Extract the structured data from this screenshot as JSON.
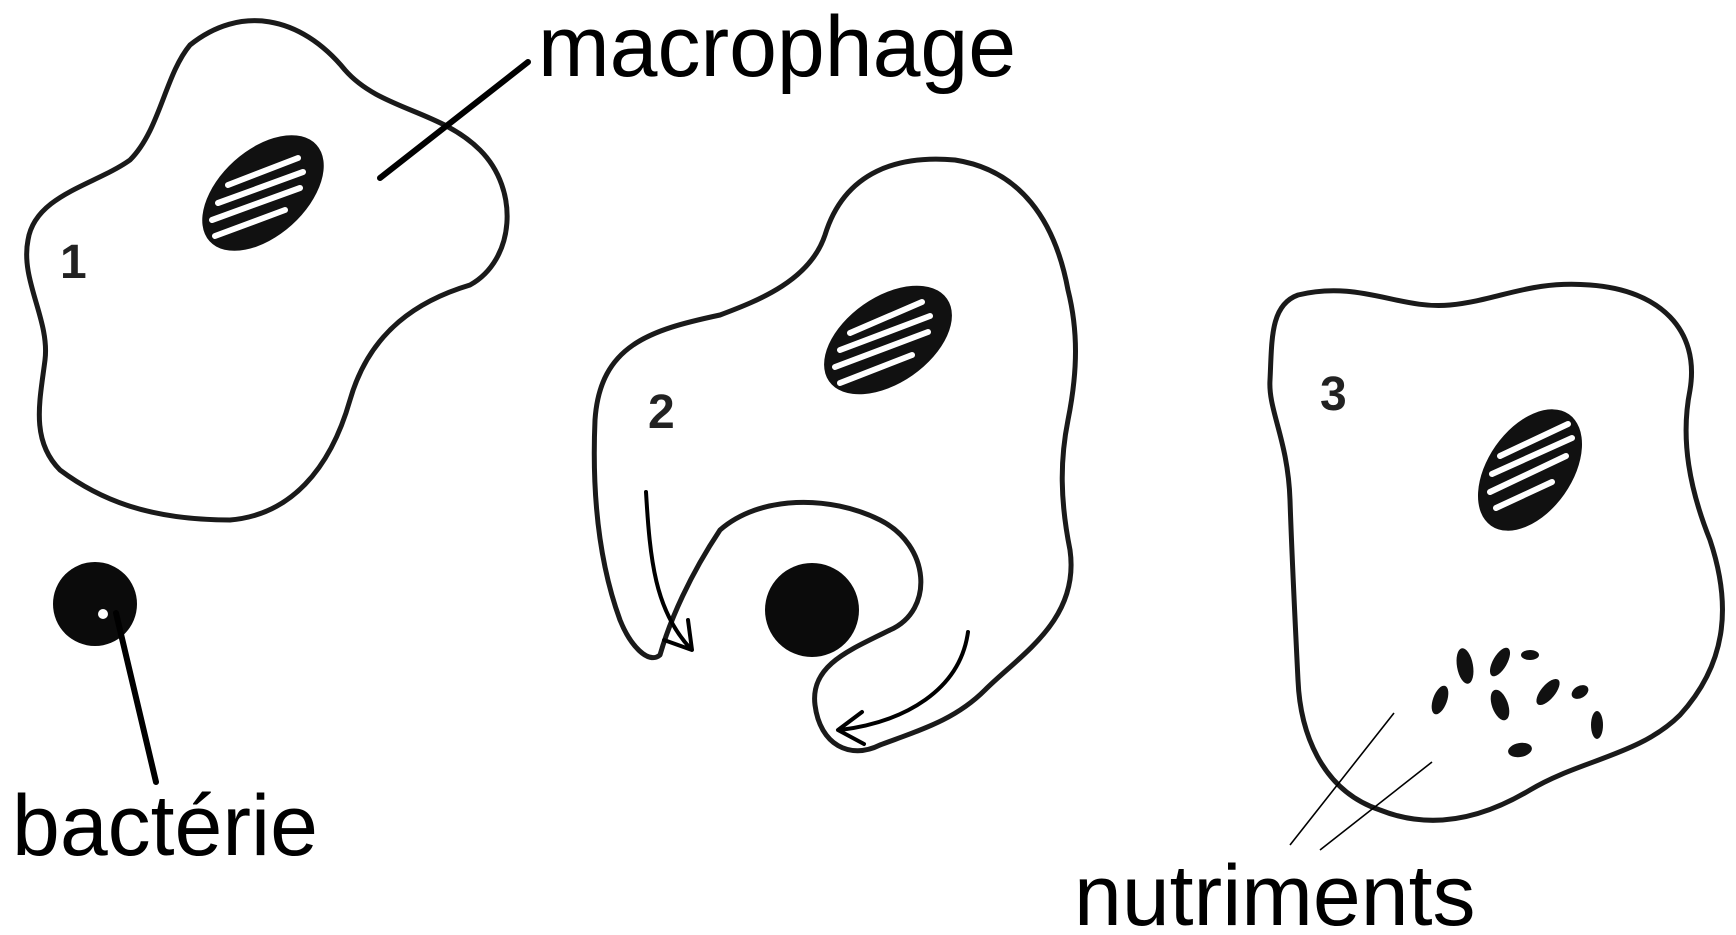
{
  "labels": {
    "macrophage": "macrophage",
    "bacteria": "bactérie",
    "nutrients": "nutriments"
  },
  "stages": [
    {
      "number": "1"
    },
    {
      "number": "2"
    },
    {
      "number": "3"
    }
  ],
  "colors": {
    "ink": "#000000",
    "background": "#ffffff"
  }
}
